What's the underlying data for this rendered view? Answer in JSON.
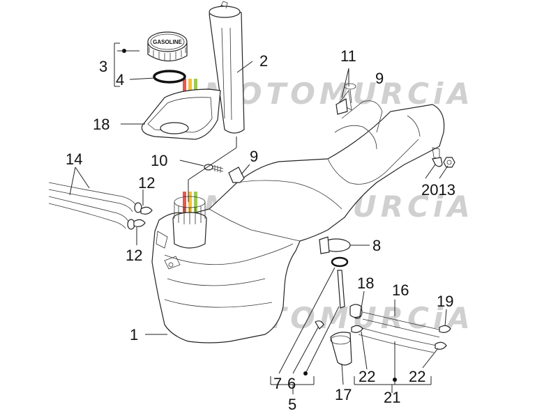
{
  "diagram": {
    "cap_label": "GASOLINE",
    "watermark": "MOTOMURCiA",
    "colors": {
      "line": "#222222",
      "watermark_text": "#c8c8c8",
      "watermark_stripe_1": "#e63a2e",
      "watermark_stripe_2": "#f2b61a",
      "watermark_stripe_3": "#8fbf3a"
    },
    "callouts": {
      "c1": "1",
      "c2": "2",
      "c3": "3",
      "c4": "4",
      "c5": "5",
      "c6": "6",
      "c7": "7",
      "c8": "8",
      "c9a": "9",
      "c9b": "9",
      "c10": "10",
      "c11": "11",
      "c12a": "12",
      "c12b": "12",
      "c14": "14",
      "c16": "16",
      "c17": "17",
      "c18a": "18",
      "c18b": "18",
      "c19": "19",
      "c2013": "2013",
      "c21": "21",
      "c22a": "22",
      "c22b": "22"
    }
  }
}
